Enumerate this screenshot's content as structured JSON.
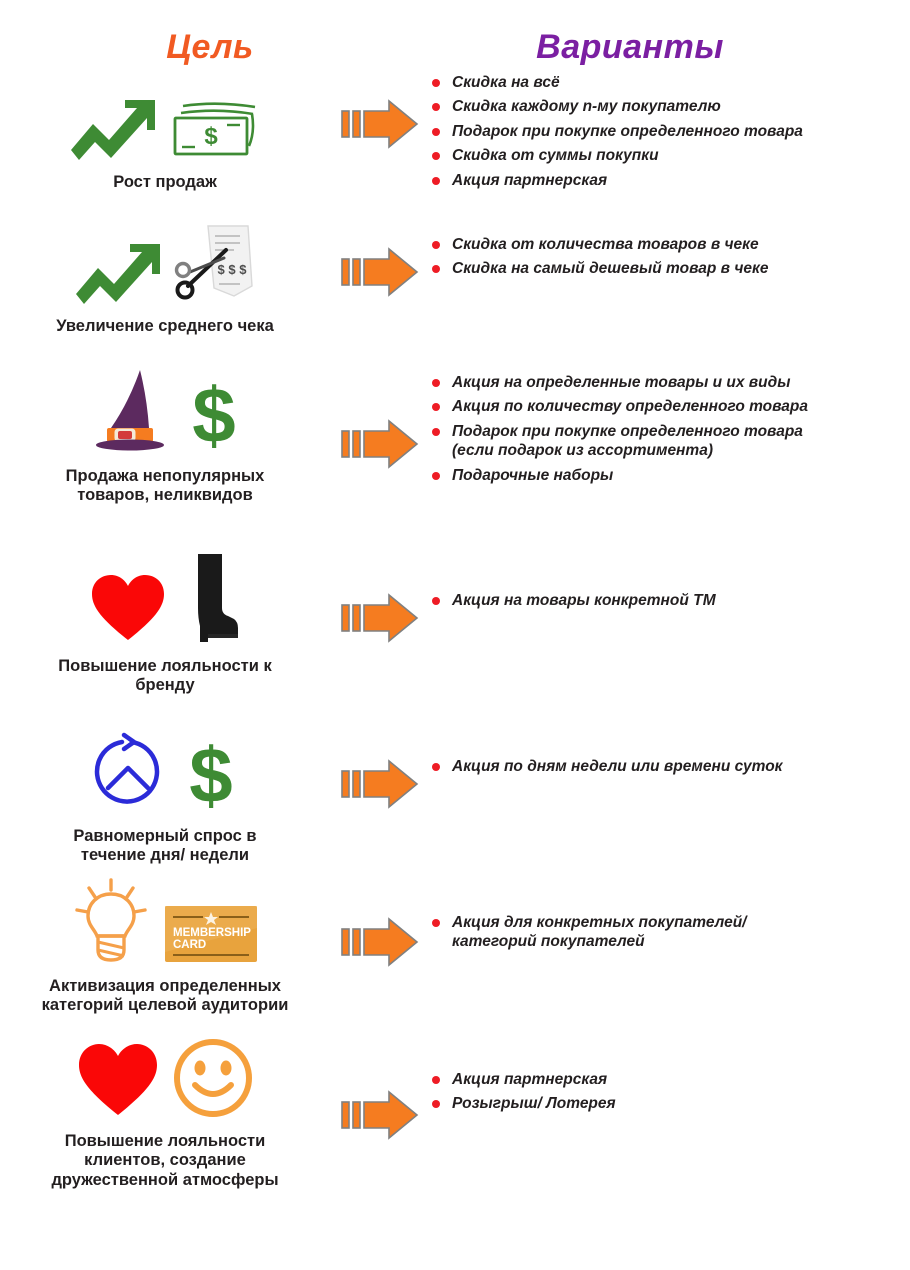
{
  "headers": {
    "goal": "Цель",
    "options": "Варианты",
    "goal_color": "#f15a22",
    "options_color": "#7b1fa2"
  },
  "colors": {
    "bullet": "#ee1c25",
    "arrow": "#F57C20",
    "arrow_outline": "#808080",
    "green": "#3e8b34",
    "text": "#231f20"
  },
  "rows": [
    {
      "goal_label": "Рост продаж",
      "icons": [
        "growth-arrow-icon",
        "banknotes-icon"
      ],
      "options": [
        "Скидка на всё",
        "Скидка каждому n-му покупателю",
        "Подарок при покупке определенного товара",
        "Скидка от суммы покупки",
        "Акция партнерская"
      ]
    },
    {
      "goal_label": "Увеличение среднего чека",
      "icons": [
        "growth-arrow-icon",
        "scissors-receipt-icon"
      ],
      "options": [
        "Скидка от количества товаров в чеке",
        "Скидка на самый дешевый товар в чеке"
      ]
    },
    {
      "goal_label": "Продажа непопулярных\nтоваров, неликвидов",
      "icons": [
        "witch-hat-icon",
        "dollar-sign-icon"
      ],
      "options": [
        "Акция на определенные товары и их виды",
        "Акция по количеству определенного товара",
        "Подарок при покупке определенного товара\n(если подарок из ассортимента)",
        "Подарочные наборы"
      ]
    },
    {
      "goal_label": "Повышение лояльности к\nбренду",
      "icons": [
        "heart-icon",
        "boot-icon"
      ],
      "options": [
        "Акция на товары конкретной ТМ"
      ]
    },
    {
      "goal_label": "Равномерный спрос в\nтечение дня/ недели",
      "icons": [
        "clock-cycle-icon",
        "dollar-sign-icon"
      ],
      "options": [
        "Акция по дням недели или времени суток"
      ]
    },
    {
      "goal_label": "Активизация определенных\nкатегорий целевой аудитории",
      "icons": [
        "lightbulb-icon",
        "membership-card-icon"
      ],
      "options": [
        "Акция для конкретных покупателей/\nкатегорий покупателей"
      ]
    },
    {
      "goal_label": "Повышение лояльности\nклиентов, создание\nдружественной атмосферы",
      "icons": [
        "heart-icon",
        "smiley-face-icon"
      ],
      "options": [
        "Акция партнерская",
        "Розыгрыш/ Лотерея"
      ]
    }
  ],
  "membership_card": {
    "line1": "MEMBERSHIP",
    "line2": "CARD"
  }
}
